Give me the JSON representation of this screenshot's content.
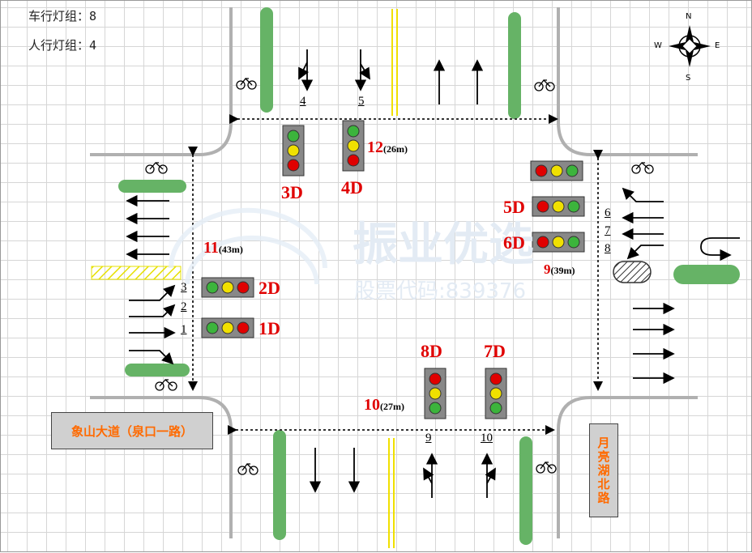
{
  "info": {
    "vehicle_groups": "车行灯组：8",
    "ped_groups": "人行灯组：4"
  },
  "signals": {
    "d1": "1D",
    "d2": "2D",
    "d3": "3D",
    "d4": "4D",
    "d5": "5D",
    "d6": "6D",
    "d7": "7D",
    "d8": "8D"
  },
  "crossings": [
    {
      "num": "9",
      "dist": "(39m)"
    },
    {
      "num": "10",
      "dist": "(27m)"
    },
    {
      "num": "11",
      "dist": "(43m)"
    },
    {
      "num": "12",
      "dist": "(26m)"
    }
  ],
  "lanes": [
    "1",
    "2",
    "3",
    "4",
    "5",
    "6",
    "7",
    "8",
    "9",
    "10"
  ],
  "roads": {
    "west": "象山大道（泉口一路）",
    "south": "月亮湖北路"
  },
  "compass": {
    "n": "N",
    "s": "S",
    "e": "E",
    "w": "W"
  },
  "watermark": {
    "main": "振业优选",
    "sub": "股票代码:839376"
  },
  "colors": {
    "red": "#e00000",
    "green": "#66b366",
    "yellow": "#f0e000",
    "road": "#b0b0b0"
  }
}
